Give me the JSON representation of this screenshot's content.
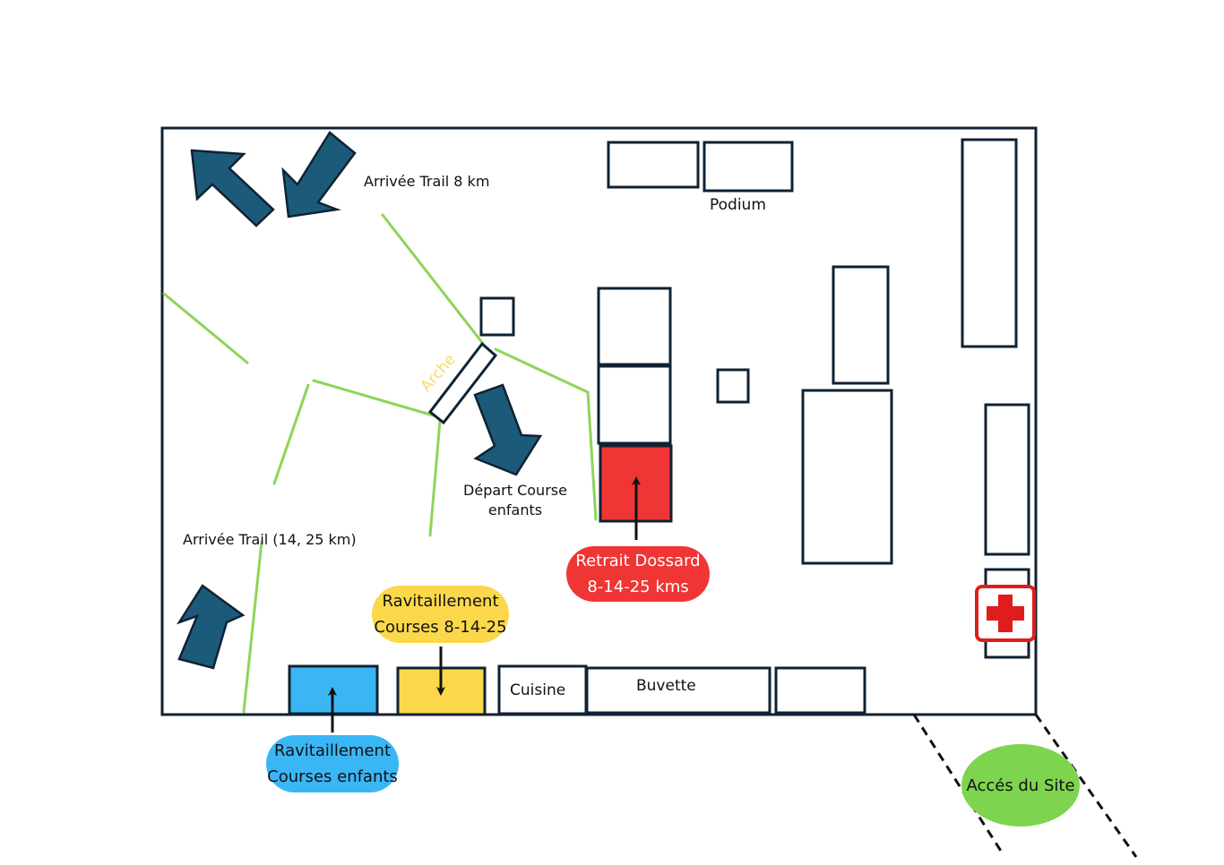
{
  "labels": {
    "trail8": "Arrivée Trail 8 km",
    "trail1425": "Arrivée Trail (14, 25 km)",
    "podium": "Podium",
    "arche": "Arche",
    "depart": "Départ Course\nenfants",
    "cuisine": "Cuisine",
    "buvette": "Buvette"
  },
  "bubbles": {
    "retrait": "Retrait Dossard\n8-14-25 kms",
    "ravito_courses": "Ravitaillement\nCourses 8-14-25",
    "ravito_enfants": "Ravitaillement\nCourses enfants",
    "acces": "Accés du Site"
  },
  "icons": {
    "first_aid": "first-aid-cross-icon",
    "arrow": "direction-arrow-icon"
  },
  "colors": {
    "outline": "#0f2233",
    "arrow": "#1c5a79",
    "path": "#8ed45a",
    "retrait": "#f03535",
    "ravito_courses": "#fbd84b",
    "ravito_enfants": "#3bb6f5",
    "acces": "#7ed44f",
    "arche_text": "#f7d96a",
    "first_aid": "#e11c1c"
  }
}
